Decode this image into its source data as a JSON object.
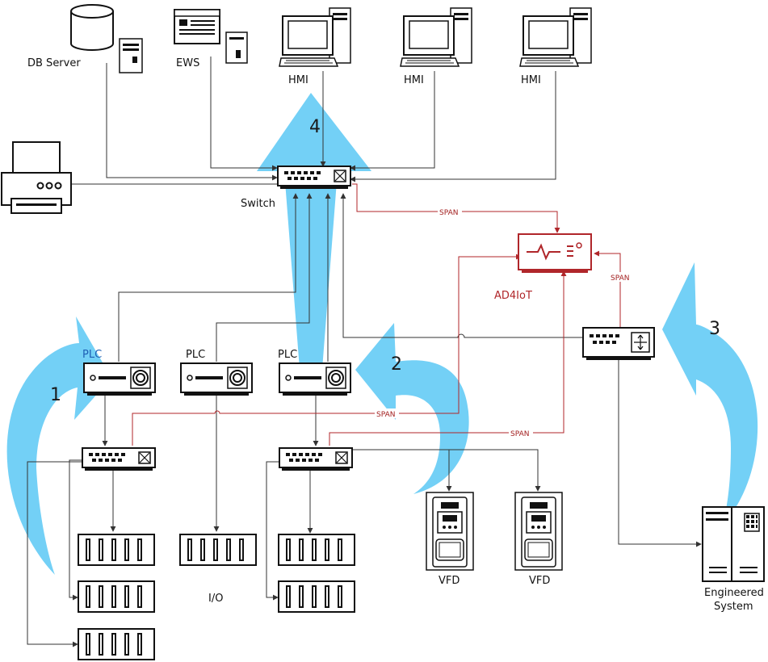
{
  "labels": {
    "db_server": "DB Server",
    "ews": "EWS",
    "hmi_1": "HMI",
    "hmi_2": "HMI",
    "hmi_3": "HMI",
    "switch": "Switch",
    "ad4iot": "AD4IoT",
    "plc_1": "PLC",
    "plc_2": "PLC",
    "plc_3": "PLC",
    "io": "I/O",
    "vfd_1": "VFD",
    "vfd_2": "VFD",
    "engineered_system_line1": "Engineered",
    "engineered_system_line2": "System"
  },
  "span_labels": {
    "span_top": "SPAN",
    "span_right": "SPAN",
    "span_mid": "SPAN",
    "span_low": "SPAN"
  },
  "flow_numbers": {
    "flow_1": "1",
    "flow_2": "2",
    "flow_3": "3",
    "flow_4": "4"
  },
  "colors": {
    "flow_arrow": "#5bc8f5",
    "span_red": "#b0262a",
    "plc_blue_label": "#1e5fb4"
  }
}
